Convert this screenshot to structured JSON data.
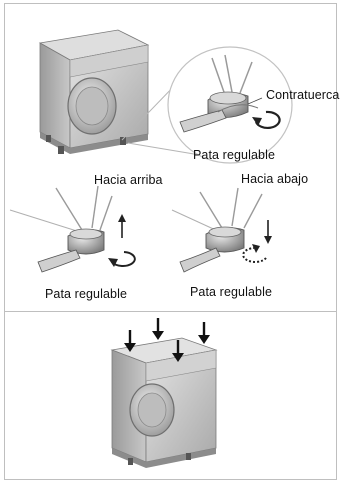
{
  "labels": {
    "lock_nut": "Contratuerca",
    "adjustable_foot_top": "Pata regulable",
    "up": "Hacia arriba",
    "down": "Hacia abajo",
    "adjustable_foot_left": "Pata regulable",
    "adjustable_foot_right": "Pata regulable"
  }
}
